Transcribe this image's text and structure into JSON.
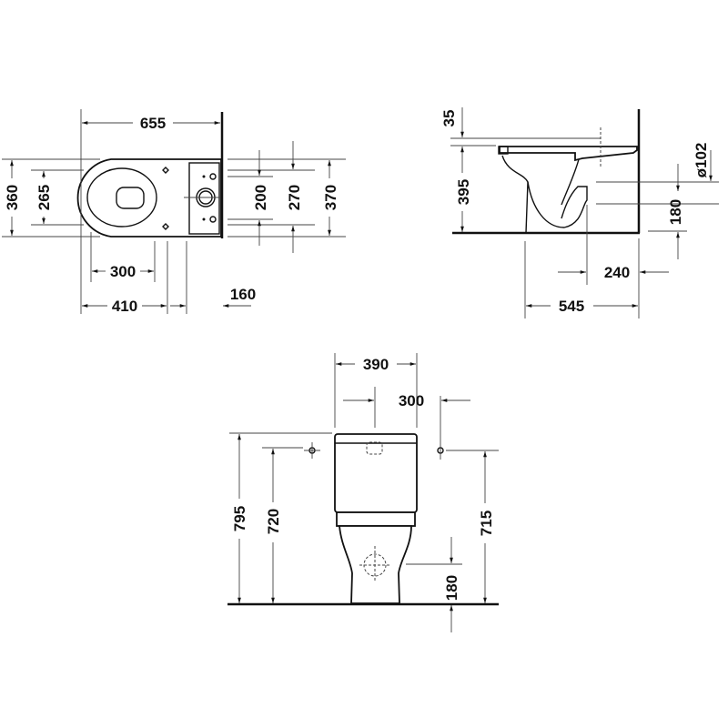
{
  "top_view": {
    "overall_length": "655",
    "bowl_width": "360",
    "seat_width": "265",
    "inlet_spacing": "200",
    "tank_holes_spacing": "270",
    "tank_width": "370",
    "seat_opening": "300",
    "fixing_distance": "410",
    "tank_depth": "160"
  },
  "side_view": {
    "seat_thickness": "35",
    "rim_height": "395",
    "outlet_diameter": "ø102",
    "outlet_height": "180",
    "outlet_wall_distance": "240",
    "overall_depth": "545"
  },
  "front_view": {
    "tank_width": "390",
    "water_inlet_spacing": "300",
    "overall_height": "795",
    "inlet_height_left": "720",
    "inlet_height_right": "715",
    "outlet_height": "180"
  }
}
